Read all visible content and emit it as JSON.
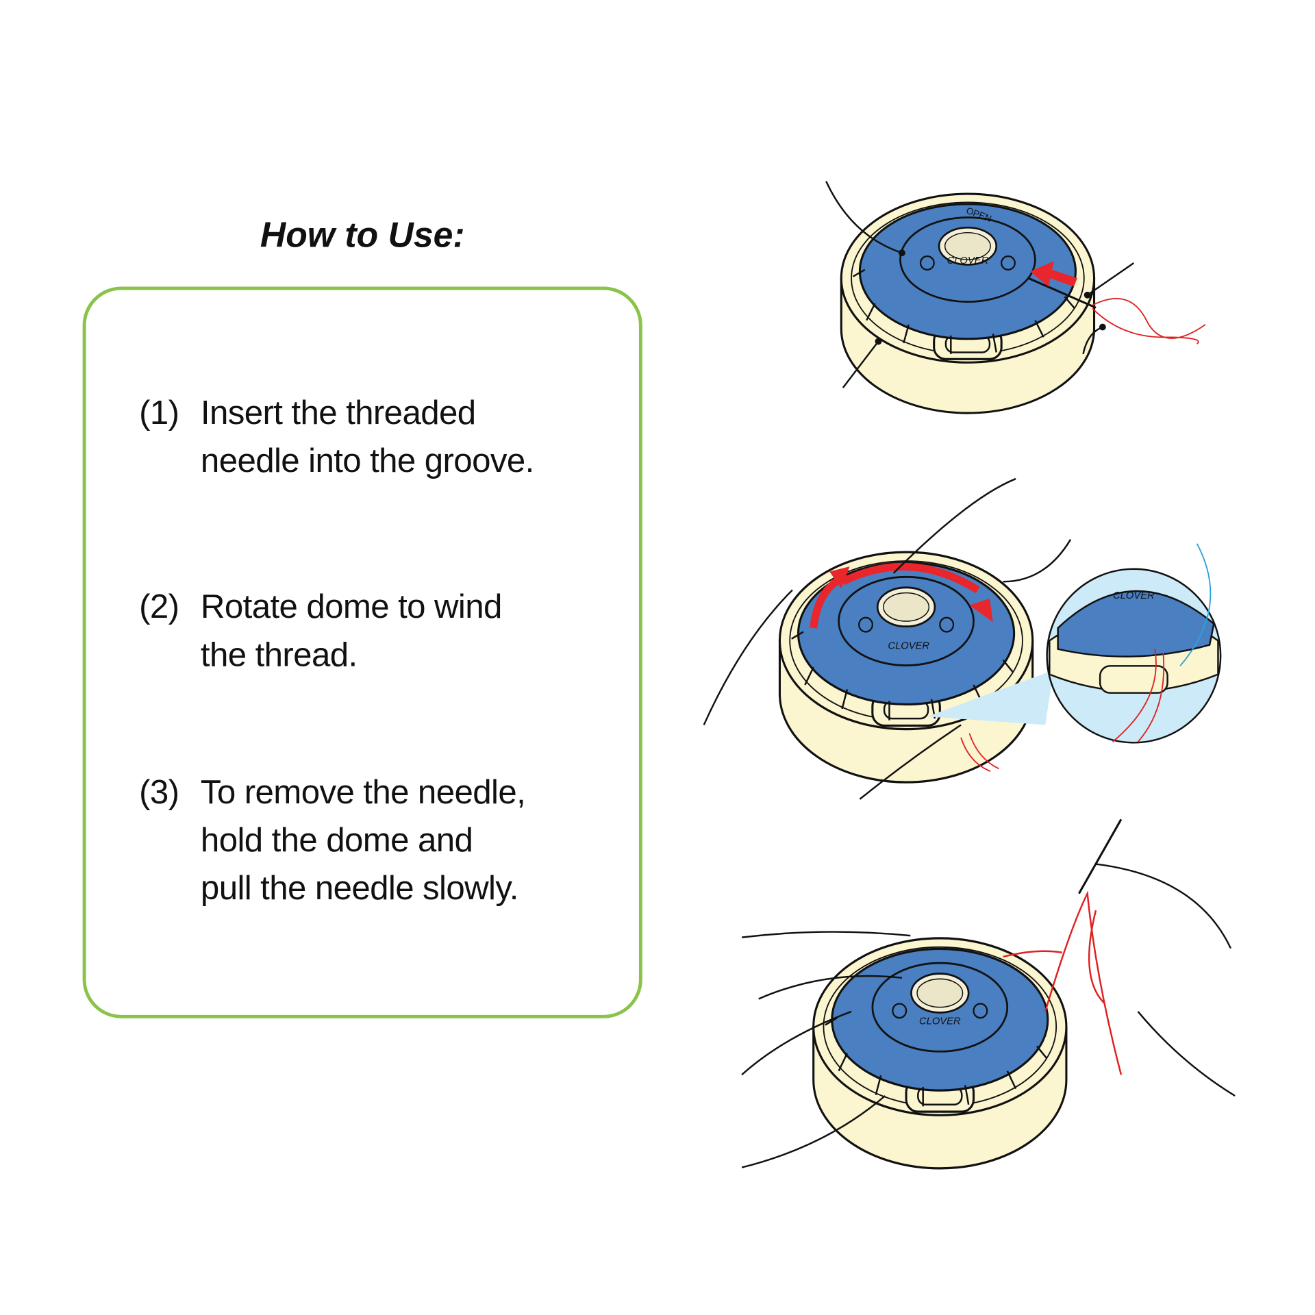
{
  "title": "How to Use:",
  "colors": {
    "frame": "#8bc34a",
    "dome": "#4a7fc1",
    "body": "#fbf6d0",
    "thread": "#e02020",
    "arrow": "#e8262b",
    "inset": "#cdeaf8"
  },
  "steps": [
    {
      "number": "(1)",
      "lines": [
        "Insert the threaded",
        "needle into the groove."
      ]
    },
    {
      "number": "(2)",
      "lines": [
        "Rotate dome to wind",
        "the thread."
      ]
    },
    {
      "number": "(3)",
      "lines": [
        "To remove the needle,",
        "hold the dome and",
        "pull the needle slowly."
      ]
    }
  ],
  "logo": {
    "cap": "OPEN",
    "brand": "CLOVER"
  }
}
